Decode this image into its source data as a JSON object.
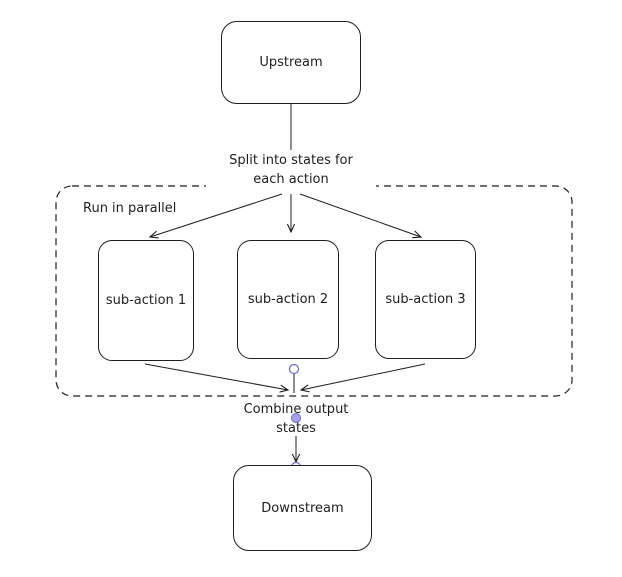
{
  "diagram": {
    "nodes": {
      "upstream": "Upstream",
      "sub1": "sub-action 1",
      "sub2": "sub-action 2",
      "sub3": "sub-action 3",
      "downstream": "Downstream"
    },
    "group_label": "Run in parallel",
    "edge_labels": {
      "split_line1": "Split into states for",
      "split_line2": "each action",
      "combine_line1": "Combine output",
      "combine_line2": "states"
    }
  }
}
